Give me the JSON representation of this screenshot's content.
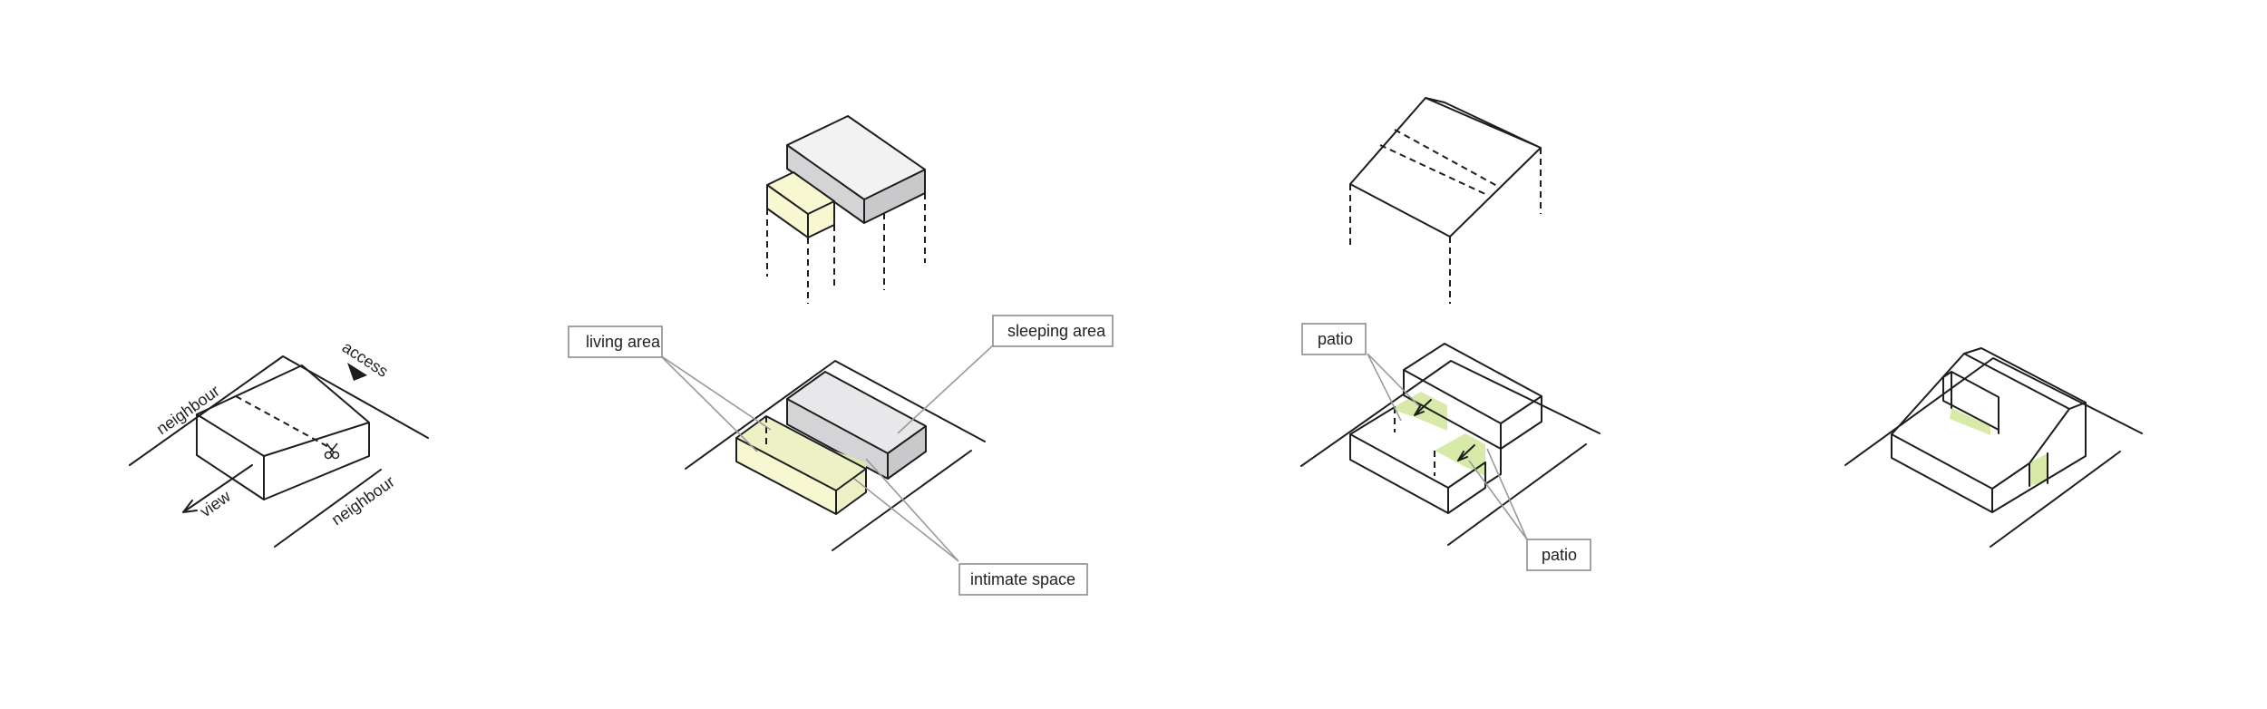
{
  "colors": {
    "line": "#1e1e1e",
    "gray_volume": "#d4d4d6",
    "yellow_volume": "#f7f8d2",
    "green_space": "#d8eaa8",
    "label_border": "#8e8e8e",
    "leader_line": "#9a9a9a"
  },
  "site": {
    "access": "access",
    "view": "view",
    "neighbour_top": "neighbour",
    "neighbour_bottom": "neighbour"
  },
  "volumes": {
    "living_area": "living area",
    "sleeping_area": "sleeping area",
    "intimate_space": "intimate space"
  },
  "roof": {
    "patio_top": "patio",
    "patio_bottom": "patio"
  }
}
